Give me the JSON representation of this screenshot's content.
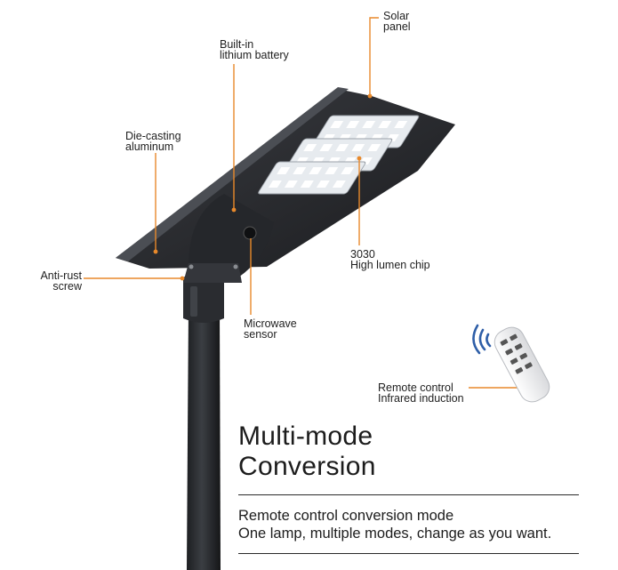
{
  "callouts": {
    "solar_panel": [
      "Solar",
      "panel"
    ],
    "battery": [
      "Built-in",
      "lithium battery"
    ],
    "housing": [
      "Die-casting",
      "aluminum"
    ],
    "chip": [
      "3030",
      "High lumen chip"
    ],
    "screw": [
      "Anti-rust",
      "screw"
    ],
    "sensor": [
      "Microwave",
      "sensor"
    ],
    "remote": [
      "Remote control",
      "Infrared induction"
    ]
  },
  "headline": [
    "Multi-mode",
    "Conversion"
  ],
  "description": [
    "Remote control conversion mode",
    "One lamp, multiple modes, change as you want."
  ],
  "colors": {
    "leader_line": "#e8892b",
    "lamp_body": "#2b2d31",
    "led_panel": "#eef1f4",
    "remote_icon": "#2f5fa8"
  }
}
